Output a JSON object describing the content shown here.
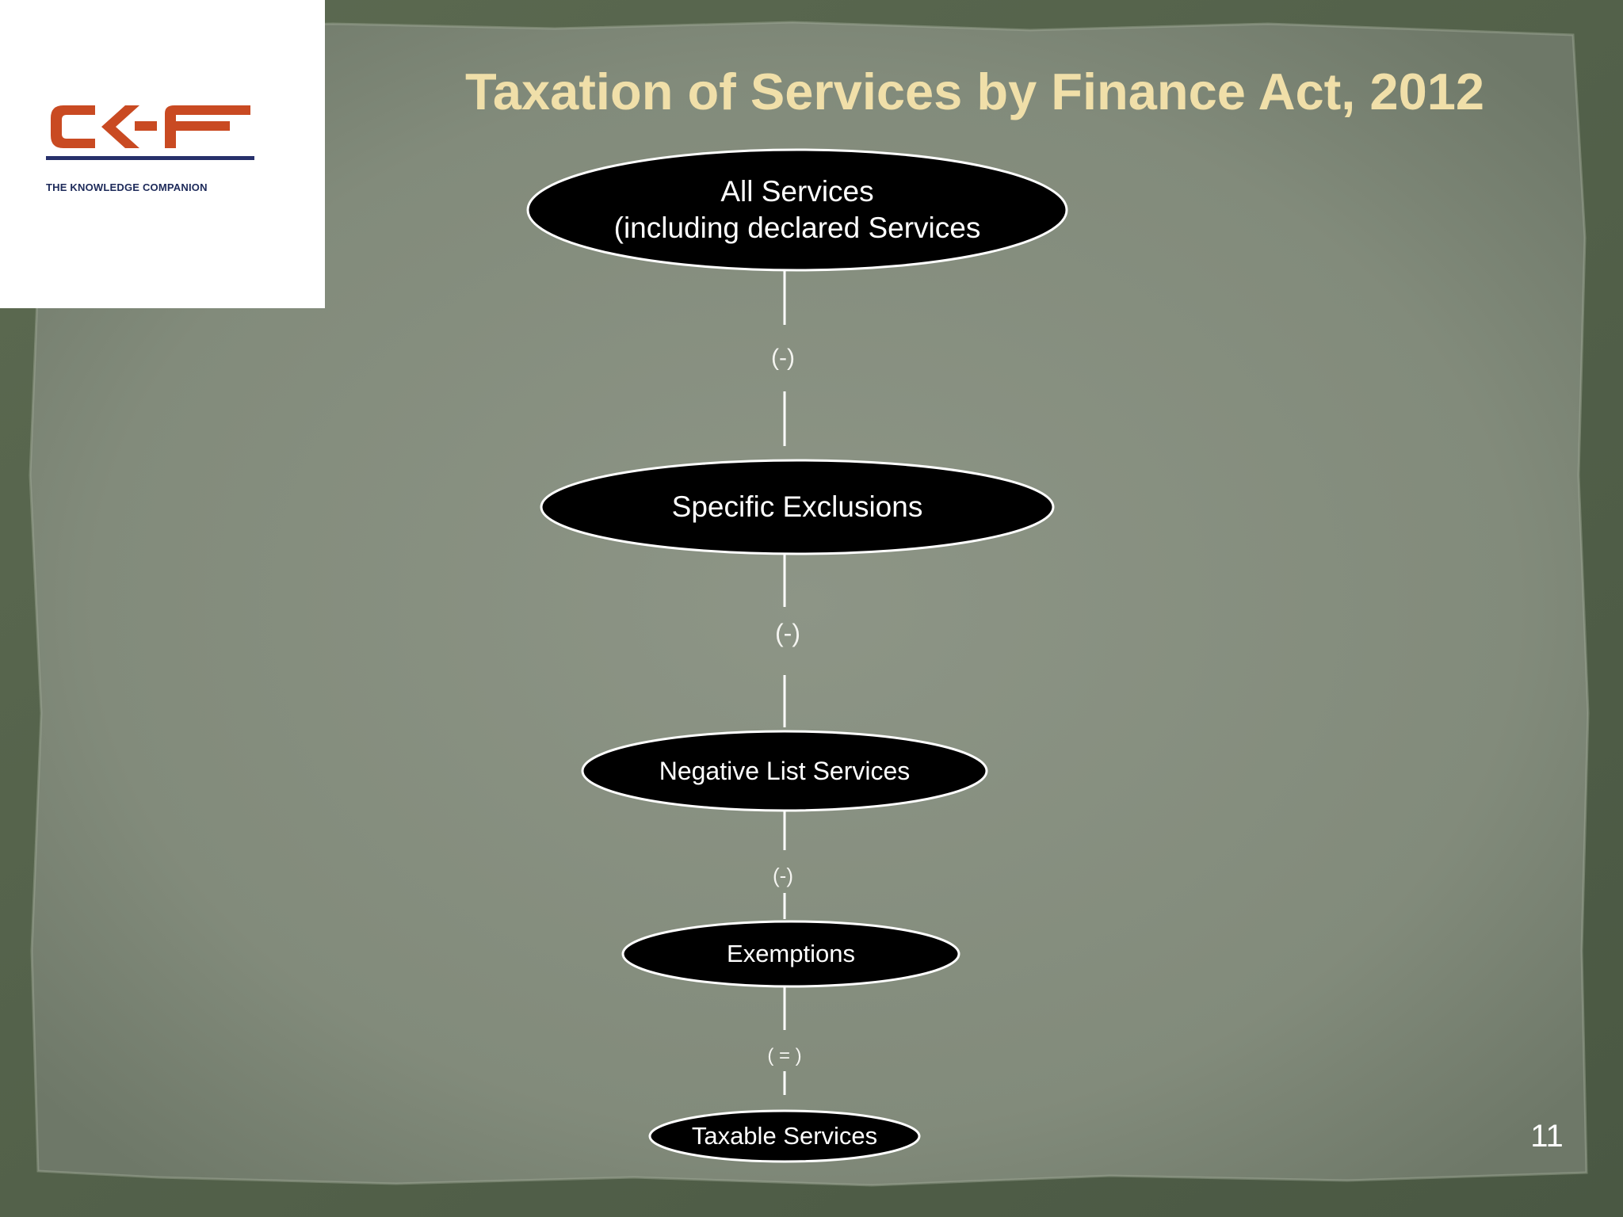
{
  "slide": {
    "title": "Taxation of Services by Finance Act, 2012",
    "page_number": "11"
  },
  "logo": {
    "mark": "CKF",
    "tagline": "THE KNOWLEDGE COMPANION",
    "colors": {
      "mark": "#c94a22",
      "rule": "#27306b",
      "tagline": "#1d2a5a"
    }
  },
  "flow": {
    "nodes": [
      {
        "lines": [
          "All Services",
          "(including declared Services"
        ]
      },
      {
        "lines": [
          "Specific Exclusions"
        ]
      },
      {
        "lines": [
          "Negative List Services"
        ]
      },
      {
        "lines": [
          "Exemptions"
        ]
      },
      {
        "lines": [
          "Taxable Services"
        ]
      }
    ],
    "operators": [
      "(-)",
      "(-)",
      "(-)",
      "( = )"
    ]
  },
  "colors": {
    "title": "#f0dfa9",
    "node_fill": "#000000",
    "node_stroke": "#ffffff",
    "connector": "#ffffff",
    "panel": "#8a9183",
    "frame": "#55634c"
  }
}
